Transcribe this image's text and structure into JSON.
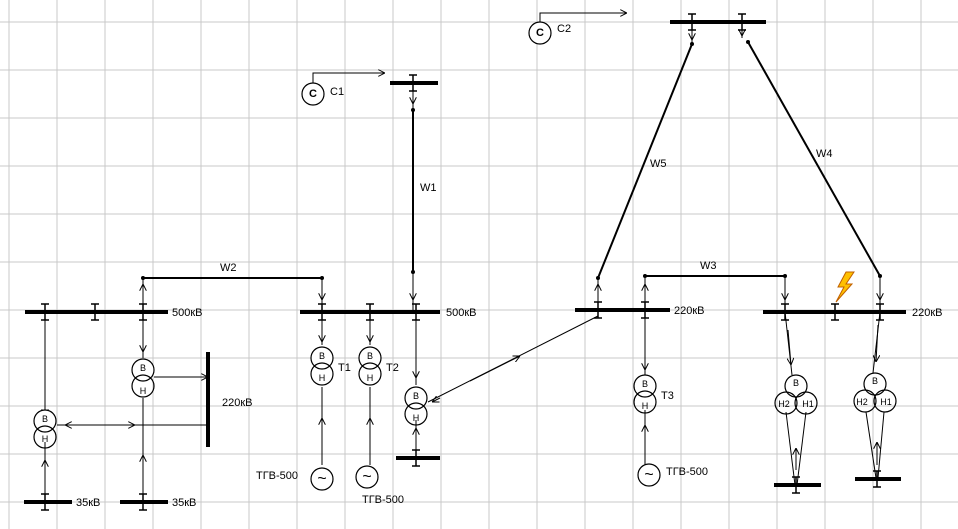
{
  "colors": {
    "background": "#ffffff",
    "grid": "#c8c8c8",
    "lines": "#000000",
    "fault_fill": "#ffc000",
    "fault_stroke": "#c06000"
  },
  "sources": {
    "c1_symbol": "C",
    "c1_label": "C1",
    "c2_symbol": "C",
    "c2_label": "C2"
  },
  "lines": {
    "w1": "W1",
    "w2": "W2",
    "w3": "W3",
    "w4": "W4",
    "w5": "W5"
  },
  "buses": {
    "bus_500_left": "500кВ",
    "bus_500_mid": "500кВ",
    "bus_220_left": "220кВ",
    "bus_220_mid": "220кВ",
    "bus_220_right": "220кВ",
    "bus_35_1": "35кВ",
    "bus_35_2": "35кВ"
  },
  "transformers": {
    "hv": "В",
    "lv": "Н",
    "lv1": "Н1",
    "lv2": "Н2",
    "t1": "Т1",
    "t2": "Т2",
    "t3": "Т3"
  },
  "generators": {
    "g_symbol": "~",
    "g1": "ТГВ-500",
    "g2": "ТГВ-500",
    "g3": "ТГВ-500"
  },
  "fault_icon": "lightning-bolt"
}
